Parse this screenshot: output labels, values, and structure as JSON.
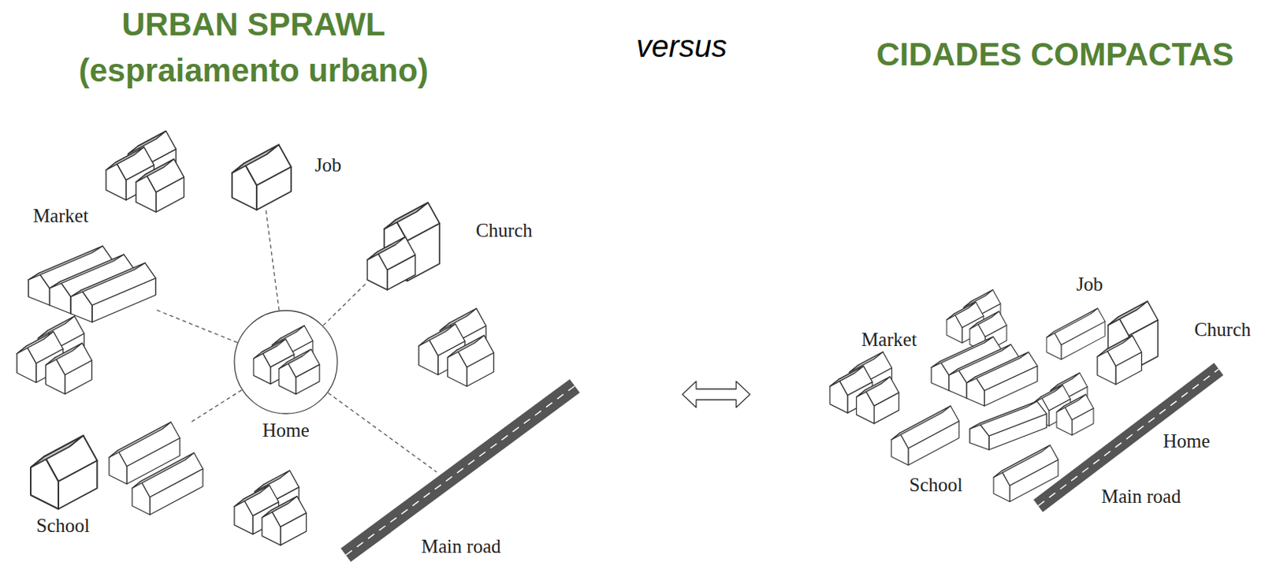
{
  "diagram": {
    "nodes": [
      {
        "text": [
          "Home"
        ]
      },
      {
        "text": [
          "Job"
        ]
      },
      {
        "text": [
          "Market"
        ]
      },
      {
        "text": [
          "Church"
        ]
      },
      {
        "text": [
          "School"
        ]
      },
      {
        "text": [
          "Main road"
        ]
      }
    ],
    "edges": [
      {
        "from": 0,
        "to": 1,
        "arrow": "none"
      },
      {
        "from": 0,
        "to": 2,
        "arrow": "none"
      },
      {
        "from": 0,
        "to": 3,
        "arrow": "none"
      },
      {
        "from": 0,
        "to": 4,
        "arrow": "none"
      },
      {
        "from": 0,
        "to": 5,
        "arrow": "none"
      }
    ],
    "labels": [
      "URBAN SPRAWL (espraiamento urbano)",
      "versus",
      "CIDADES COMPACTAS",
      "Job",
      "Market",
      "Church",
      "Home",
      "School",
      "Main road"
    ]
  }
}
